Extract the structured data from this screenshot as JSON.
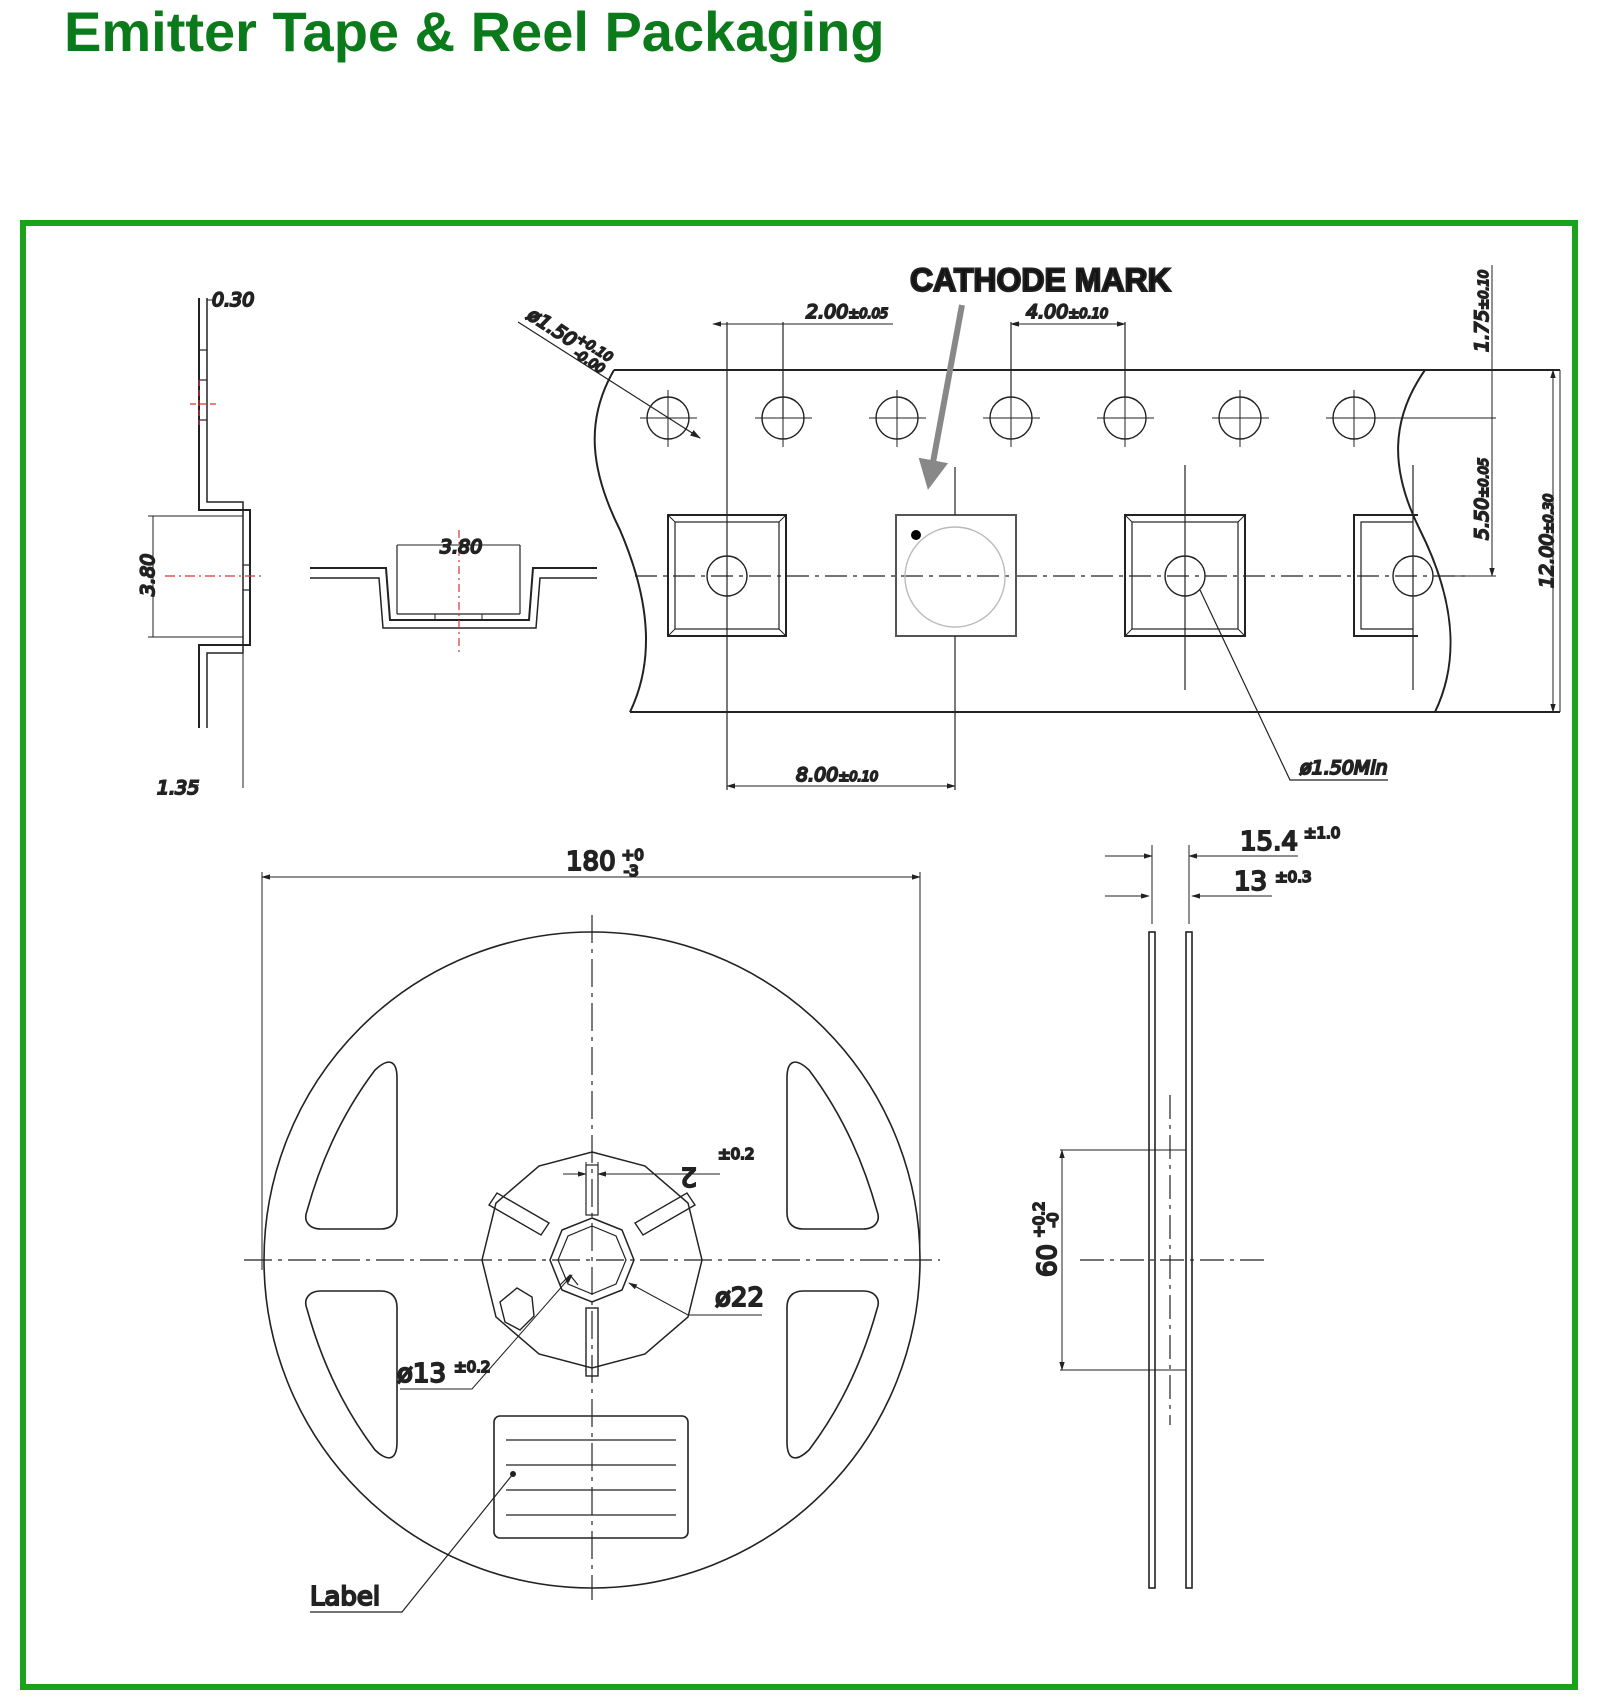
{
  "page": {
    "title": "Emitter Tape & Reel Packaging",
    "title_color": "#0a7a1a",
    "frame_color": "#1aa31a"
  },
  "side_profile": {
    "top_thickness": "0.30",
    "pocket_height": "3.80",
    "bottom_thickness": "1.35"
  },
  "pocket_section": {
    "pocket_width": "3.80"
  },
  "tape": {
    "cathode_mark_label": "CATHODE MARK",
    "sprocket_hole_dia": {
      "base": "ø1.50",
      "tol_plus": "+0.10",
      "tol_minus": "-0.00"
    },
    "hole_to_pocket_pitch": {
      "base": "2.00",
      "tol": "±0.05"
    },
    "sprocket_pitch": {
      "base": "4.00",
      "tol": "±0.10"
    },
    "edge_to_hole": {
      "base": "1.75",
      "tol": "±0.10"
    },
    "hole_to_center": {
      "base": "5.50",
      "tol": "±0.05"
    },
    "tape_width": {
      "base": "12.00",
      "tol": "±0.30"
    },
    "pocket_hole_min": "ø1.50Min",
    "pocket_pitch": {
      "base": "8.00",
      "tol": "±0.10"
    }
  },
  "reel_front": {
    "outer_dia": {
      "base": "180",
      "tol_plus": "+0",
      "tol_minus": "-3"
    },
    "key_width": {
      "base": "2",
      "tol": "±0.2"
    },
    "hub_dia": "ø22",
    "arbor_hole": {
      "base": "ø13",
      "tol": "±0.2"
    },
    "label_text": "Label"
  },
  "reel_side": {
    "outer_width": {
      "base": "15.4",
      "tol": "±1.0"
    },
    "inner_width": {
      "base": "13",
      "tol": "±0.3"
    },
    "hub_dia": {
      "base": "60",
      "tol_plus": "+0.2",
      "tol_minus": "-0"
    }
  }
}
